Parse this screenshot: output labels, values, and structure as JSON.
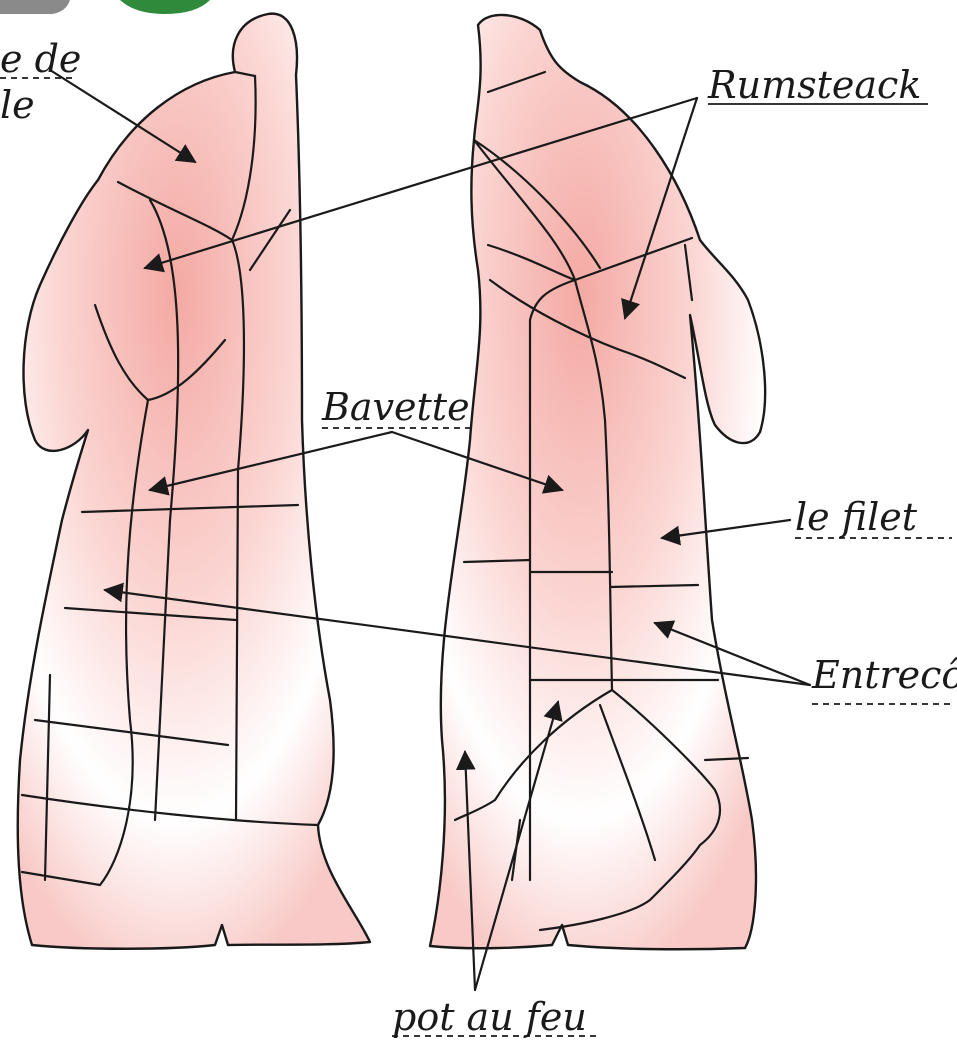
{
  "labels": {
    "top_left_line1": "e de",
    "top_left_line2": "le",
    "rumsteack": "Rumsteack",
    "bavette": "Bavette",
    "filet": "le filet",
    "entrecote": "Entrecôte",
    "pot_au_feu": "pot au feu"
  },
  "colors": {
    "meat_pink": "#f4a9a3",
    "meat_light": "#fdeaea",
    "outline": "#1a1a1a",
    "badge_green": "#2f8a3c",
    "badge_gray": "#8a8a8a"
  }
}
